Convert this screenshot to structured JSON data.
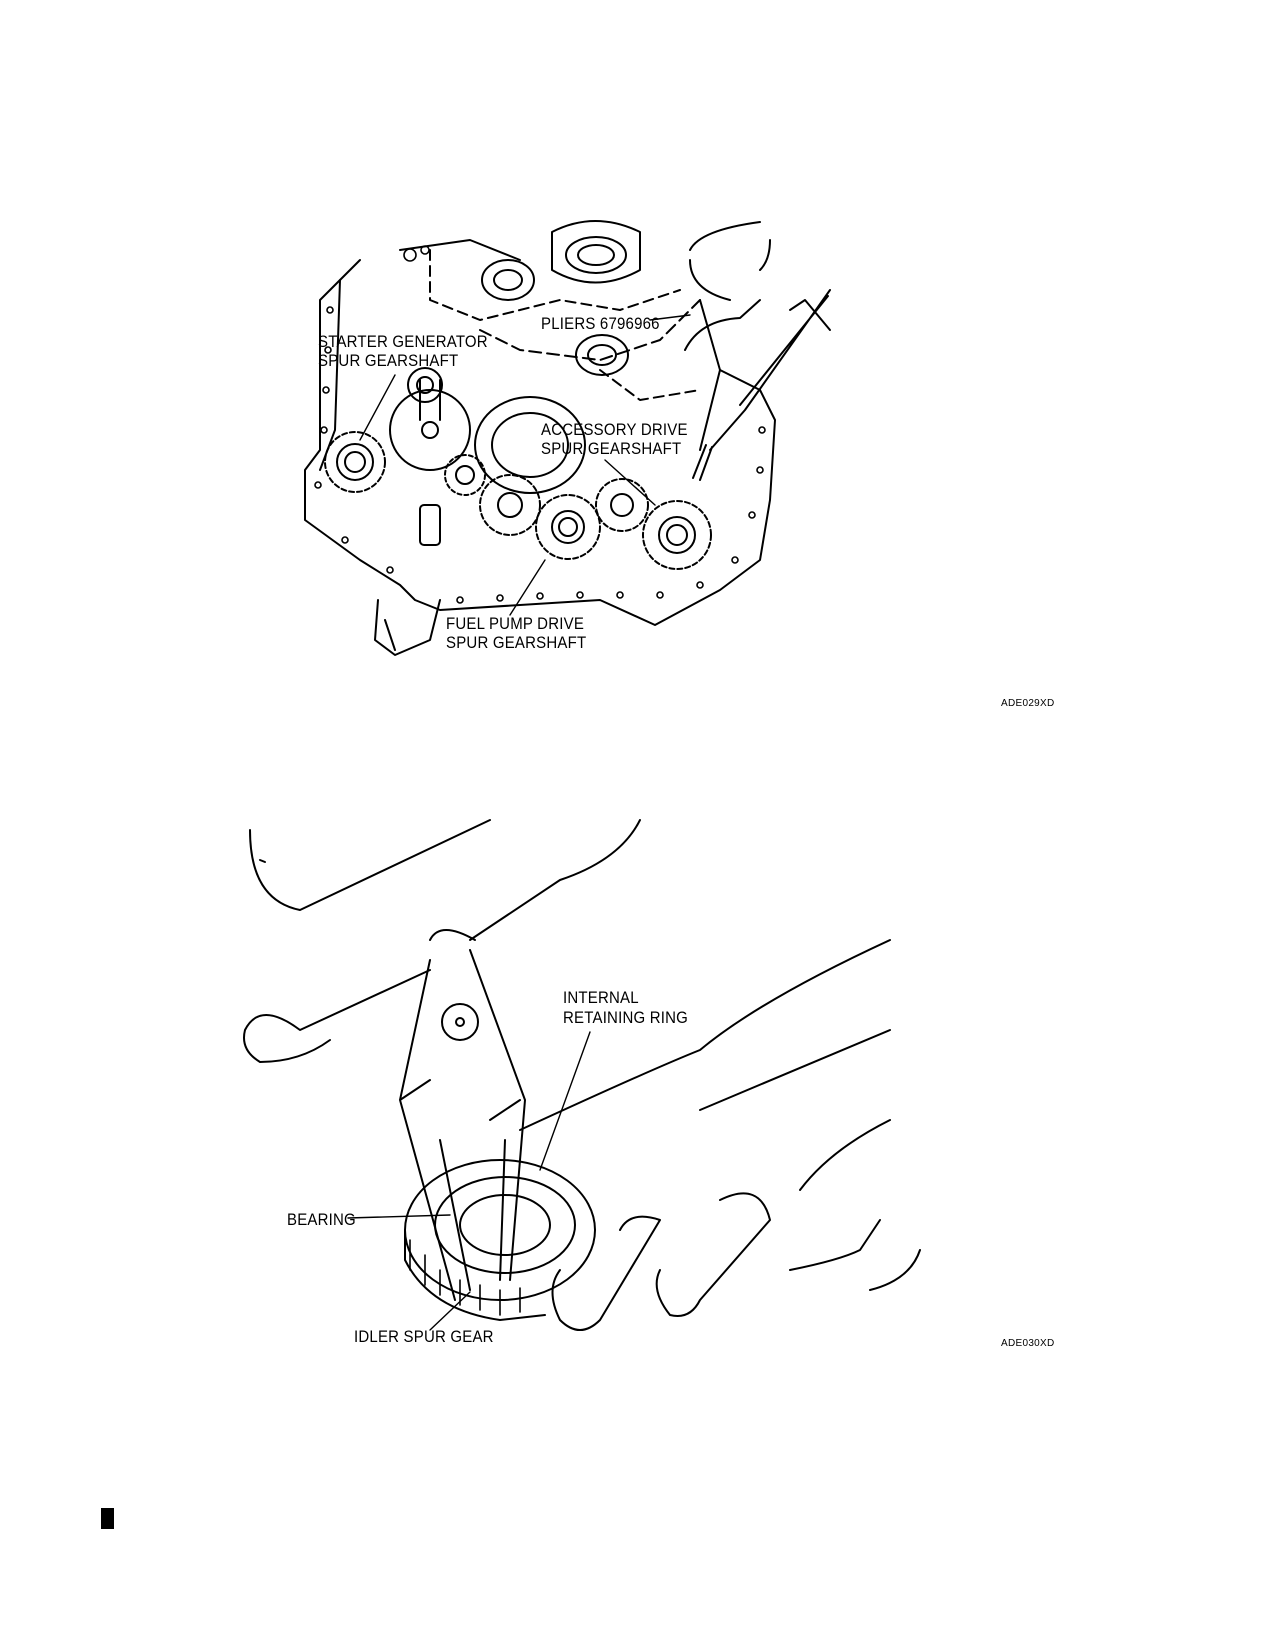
{
  "figure_top": {
    "labels": {
      "pliers": "PLIERS 6796966",
      "starter_line1": "STARTER GENERATOR",
      "starter_line2": "SPUR GEARSHAFT",
      "accessory_line1": "ACCESSORY DRIVE",
      "accessory_line2": "SPUR GEARSHAFT",
      "fuel_line1": "FUEL PUMP DRIVE",
      "fuel_line2": "SPUR GEARSHAFT"
    },
    "code": "ADE029XD"
  },
  "figure_bottom": {
    "labels": {
      "ring_line1": "INTERNAL",
      "ring_line2": "RETAINING RING",
      "bearing": "BEARING",
      "idler": "IDLER SPUR GEAR"
    },
    "code": "ADE030XD"
  }
}
